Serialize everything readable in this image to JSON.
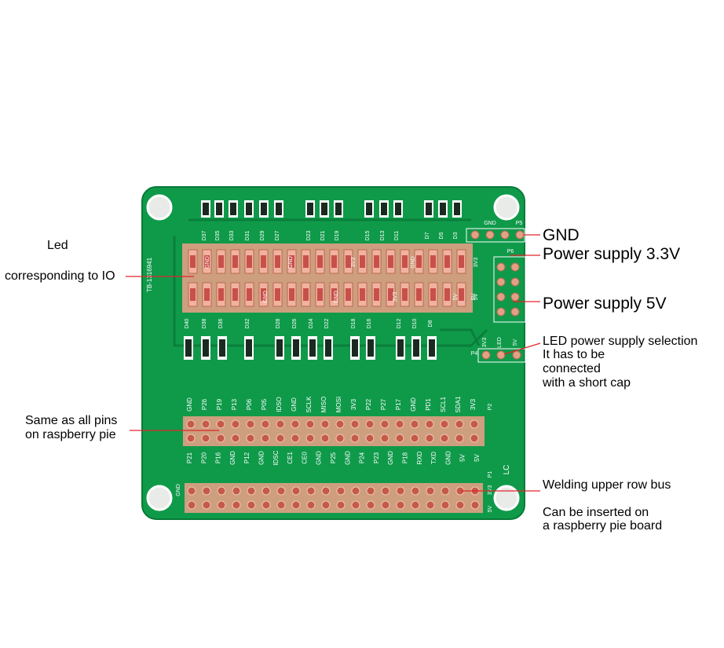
{
  "colors": {
    "pcb": "#0f9a4a",
    "pcb_edge": "#087a38",
    "silk": "#ffffff",
    "copper": "#e2a085",
    "copper_dark": "#b86a52",
    "leader": "#e0242a",
    "text": "#000000"
  },
  "board": {
    "serial": "TB-1316941",
    "logo": "LC",
    "headers": {
      "p5": "P5",
      "p6": "P6",
      "p4": "P4",
      "p2": "P2",
      "p1": "P1"
    },
    "p5_pin": "GND",
    "p6_pins": [
      "3V3",
      "5V"
    ],
    "p4_pins": [
      "3V3",
      "LED",
      "5V"
    ],
    "led_top_labels": [
      "D37",
      "D35",
      "D33",
      "D31",
      "D29",
      "D27",
      "D23",
      "D21",
      "D19",
      "D15",
      "D13",
      "D11",
      "D7",
      "D5",
      "D3"
    ],
    "led_bottom_labels": [
      "D40",
      "D38",
      "D36",
      "D32",
      "D28",
      "D26",
      "D24",
      "D22",
      "D18",
      "D16",
      "D12",
      "D10",
      "D8"
    ],
    "rail_labels": [
      "GND",
      "GND",
      "3V3",
      "GND",
      "GND",
      "GND",
      "3V3",
      "5V",
      "5V"
    ],
    "p2_top_labels": [
      "GND",
      "P26",
      "P19",
      "P13",
      "P06",
      "P05",
      "IDSO",
      "GND",
      "SCLK",
      "MISO",
      "MOSI",
      "3V3",
      "P22",
      "P27",
      "P17",
      "GND",
      "PD1",
      "SCL1",
      "SDA1",
      "3V3"
    ],
    "p2_bottom_labels": [
      "P21",
      "P20",
      "P16",
      "GND",
      "P12",
      "GND",
      "IDSC",
      "CE1",
      "CE0",
      "GND",
      "P25",
      "GND",
      "P24",
      "P23",
      "GND",
      "P18",
      "RXD",
      "TXD",
      "GND",
      "5V",
      "5V"
    ],
    "p1_left_label": "GND",
    "p1_right_labels": [
      "3V3",
      "5V"
    ]
  },
  "annotations": {
    "led": "Led",
    "corresponding_io": "corresponding to IO",
    "gnd": "GND",
    "power_3v3": "Power supply 3.3V",
    "power_5v": "Power supply 5V",
    "led_supply_1": "LED power supply selection",
    "led_supply_2": "It has to be",
    "led_supply_3": "connected",
    "led_supply_4": "with a short cap",
    "same_pins_1": "Same as all pins",
    "same_pins_2": "on raspberry pie",
    "welding": "Welding upper row bus",
    "inserted_1": "Can be inserted on",
    "inserted_2": "a raspberry pie board"
  }
}
